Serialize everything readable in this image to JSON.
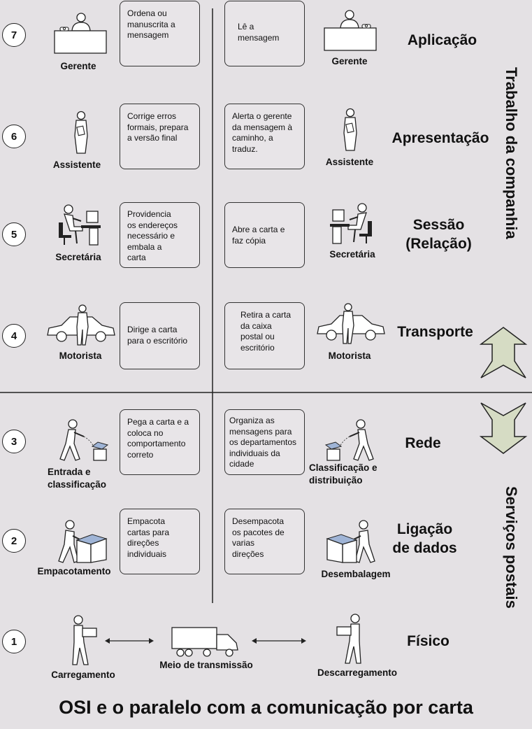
{
  "title": "OSI e o paralelo com a comunicação por carta",
  "groups": {
    "upper": "Trabalho da companhia",
    "lower": "Serviços postais"
  },
  "layers": [
    {
      "number": "7",
      "name": "Aplicação",
      "left_role": "Gerente",
      "left_text": "Ordena ou\nmanuscrita a\nmensagem",
      "right_text": "Lê a\nmensagem",
      "right_role": "Gerente"
    },
    {
      "number": "6",
      "name": "Apresentação",
      "left_role": "Assistente",
      "left_text": "Corrige erros\nformais, prepara\na versão final",
      "right_text": "Alerta o gerente\nda mensagem à\ncaminho, a\ntraduz.",
      "right_role": "Assistente"
    },
    {
      "number": "5",
      "name": "Sessão\n(Relação)",
      "left_role": "Secretária",
      "left_text": "Providencia\nos endereços\nnecessário e\nembala a\ncarta",
      "right_text": "Abre a carta e\nfaz cópia",
      "right_role": "Secretária"
    },
    {
      "number": "4",
      "name": "Transporte",
      "left_role": "Motorista",
      "left_text": "Dirige a carta\npara o escritório",
      "right_text": "Retira a carta\nda caixa\npostal ou\nescritório",
      "right_role": "Motorista"
    },
    {
      "number": "3",
      "name": "Rede",
      "left_role": "Entrada e\nclassificação",
      "left_text": "Pega a carta e a\ncoloca no\ncomportamento\ncorreto",
      "right_text": "Organiza as\nmensagens para\nos departamentos\nindividuais da\ncidade",
      "right_role": "Classificação e\ndistribuição"
    },
    {
      "number": "2",
      "name": "Ligação\nde dados",
      "left_role": "Empacotamento",
      "left_text": "Empacota\ncartas para\ndireções\nindividuais",
      "right_text": "Desempacota\nos pacotes de\nvarias\ndireções",
      "right_role": "Desembalagem"
    },
    {
      "number": "1",
      "name": "Físico",
      "left_role": "Carregamento",
      "medium": "Meio de transmissão",
      "right_role": "Descarregamento"
    }
  ],
  "colors": {
    "background": "#e4e1e4",
    "arrow_fill": "#d6dcc4"
  }
}
